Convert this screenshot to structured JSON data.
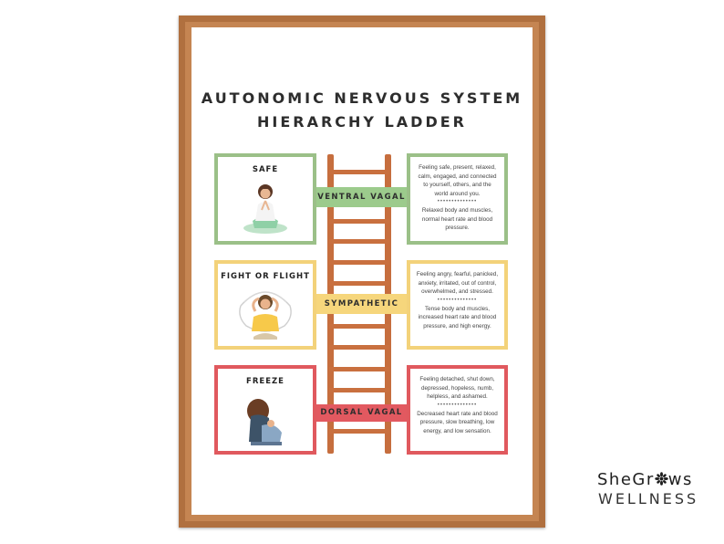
{
  "poster": {
    "title_line1": "AUTONOMIC NERVOUS SYSTEM",
    "title_line2": "HIERARCHY LADDER",
    "states": [
      {
        "title": "SAFE",
        "band": "VENTRAL VAGAL",
        "desc_a": "Feeling safe, present, relaxed, calm, engaged, and connected to yourself, others, and the world around you.",
        "desc_b": "Relaxed body and muscles, normal heart rate and blood pressure.",
        "color": "#9bc088"
      },
      {
        "title": "FIGHT OR FLIGHT",
        "band": "SYMPATHETIC",
        "desc_a": "Feeling angry, fearful, panicked, anxiety, irritated, out of control, overwhelmed, and stressed.",
        "desc_b": "Tense body and muscles, increased heart rate and blood pressure, and high energy.",
        "color": "#f3d27a"
      },
      {
        "title": "FREEZE",
        "band": "DORSAL VAGAL",
        "desc_a": "Feeling detached, shut down, depressed, hopeless, numb, helpless, and ashamed.",
        "desc_b": "Decreased heart rate and blood pressure, slow breathing, low energy, and low sensation.",
        "color": "#e0595e"
      }
    ],
    "divider": "••••••••••••••"
  },
  "logo": {
    "line1_pre": "SheGr",
    "line1_post": "ws",
    "line2": "WELLNESS"
  },
  "colors": {
    "frame": "#b0703f",
    "ladder": "#c66e3e"
  }
}
